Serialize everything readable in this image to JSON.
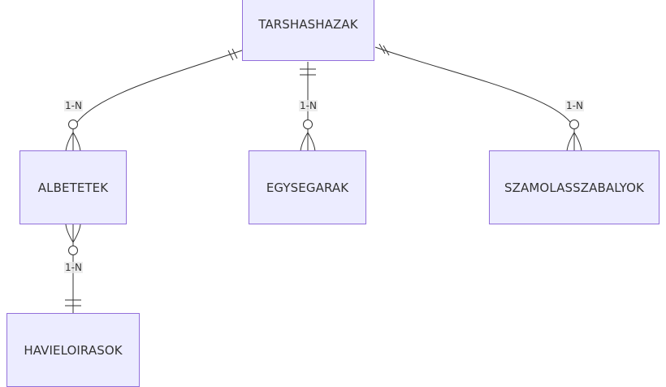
{
  "diagram": {
    "type": "entity-relationship",
    "colors": {
      "entity_fill": "#ececff",
      "entity_border": "#9370db",
      "line": "#333333",
      "text": "#333333"
    },
    "entities": {
      "tarshashazak": "TARSHASHAZAK",
      "albetetek": "ALBETETEK",
      "egysegarak": "EGYSEGARAK",
      "szamolasszabalyok": "SZAMOLASSZABALYOK",
      "havieloirasok": "HAVIELOIRASOK"
    },
    "relationships": [
      {
        "from": "TARSHASHAZAK",
        "to": "ALBETETEK",
        "label": "1-N"
      },
      {
        "from": "TARSHASHAZAK",
        "to": "EGYSEGARAK",
        "label": "1-N"
      },
      {
        "from": "TARSHASHAZAK",
        "to": "SZAMOLASSZABALYOK",
        "label": "1-N"
      },
      {
        "from": "HAVIELOIRASOK",
        "to": "ALBETETEK",
        "label": "1-N"
      }
    ]
  }
}
